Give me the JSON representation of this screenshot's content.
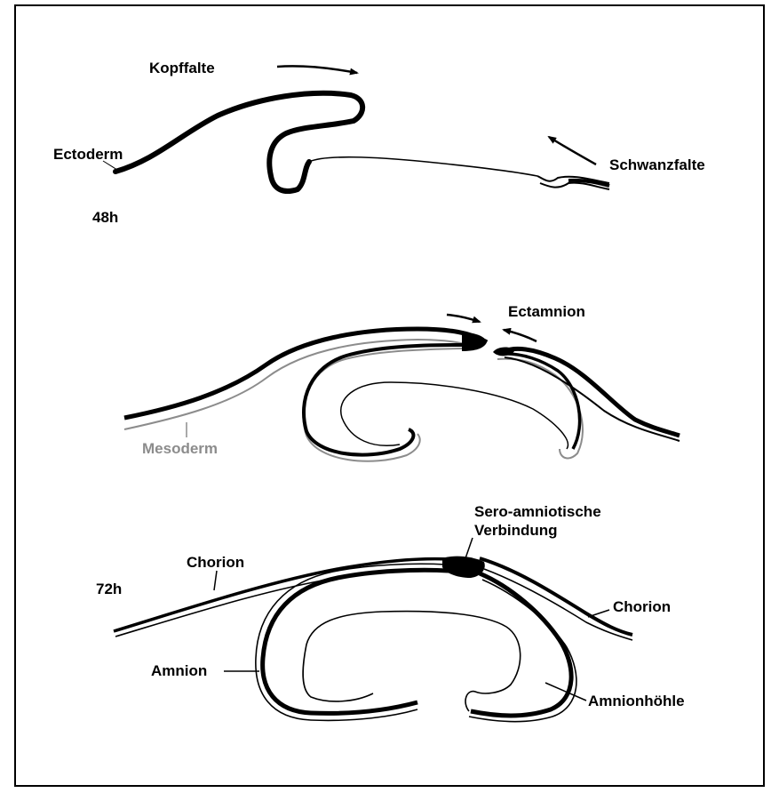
{
  "diagram": {
    "stage1": {
      "time": "48h",
      "labels": {
        "kopffalte": "Kopffalte",
        "ectoderm": "Ectoderm",
        "schwanzfalte": "Schwanzfalte"
      }
    },
    "stage2": {
      "labels": {
        "ectamnion": "Ectamnion",
        "mesoderm": "Mesoderm"
      }
    },
    "stage3": {
      "time": "72h",
      "labels": {
        "sero_line1": "Sero-amniotische",
        "sero_line2": "Verbindung",
        "chorion_left": "Chorion",
        "chorion_right": "Chorion",
        "amnion": "Amnion",
        "amnionhoehle": "Amnionhöhle"
      }
    },
    "colors": {
      "line": "#000000",
      "mesoderm": "#8c8c8c"
    }
  }
}
